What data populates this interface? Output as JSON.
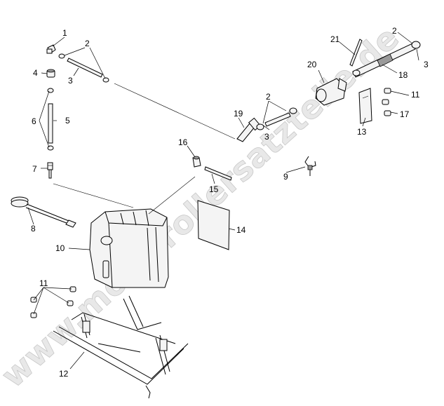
{
  "diagram": {
    "watermark_text": "www.motorrollersatzteile.de",
    "callouts": [
      {
        "id": "c1",
        "label": "1"
      },
      {
        "id": "c2a",
        "label": "2"
      },
      {
        "id": "c3a",
        "label": "3"
      },
      {
        "id": "c4",
        "label": "4"
      },
      {
        "id": "c5",
        "label": "5"
      },
      {
        "id": "c6",
        "label": "6"
      },
      {
        "id": "c7",
        "label": "7"
      },
      {
        "id": "c8",
        "label": "8"
      },
      {
        "id": "c9",
        "label": "9"
      },
      {
        "id": "c10",
        "label": "10"
      },
      {
        "id": "c11a",
        "label": "11"
      },
      {
        "id": "c11b",
        "label": "11"
      },
      {
        "id": "c12",
        "label": "12"
      },
      {
        "id": "c13",
        "label": "13"
      },
      {
        "id": "c14",
        "label": "14"
      },
      {
        "id": "c15",
        "label": "15"
      },
      {
        "id": "c16",
        "label": "16"
      },
      {
        "id": "c17",
        "label": "17"
      },
      {
        "id": "c18",
        "label": "18"
      },
      {
        "id": "c19",
        "label": "19"
      },
      {
        "id": "c20",
        "label": "20"
      },
      {
        "id": "c21",
        "label": "21"
      },
      {
        "id": "c2b",
        "label": "2"
      },
      {
        "id": "c3b",
        "label": "3"
      },
      {
        "id": "c2c",
        "label": "2"
      },
      {
        "id": "c3c",
        "label": "3"
      }
    ]
  }
}
